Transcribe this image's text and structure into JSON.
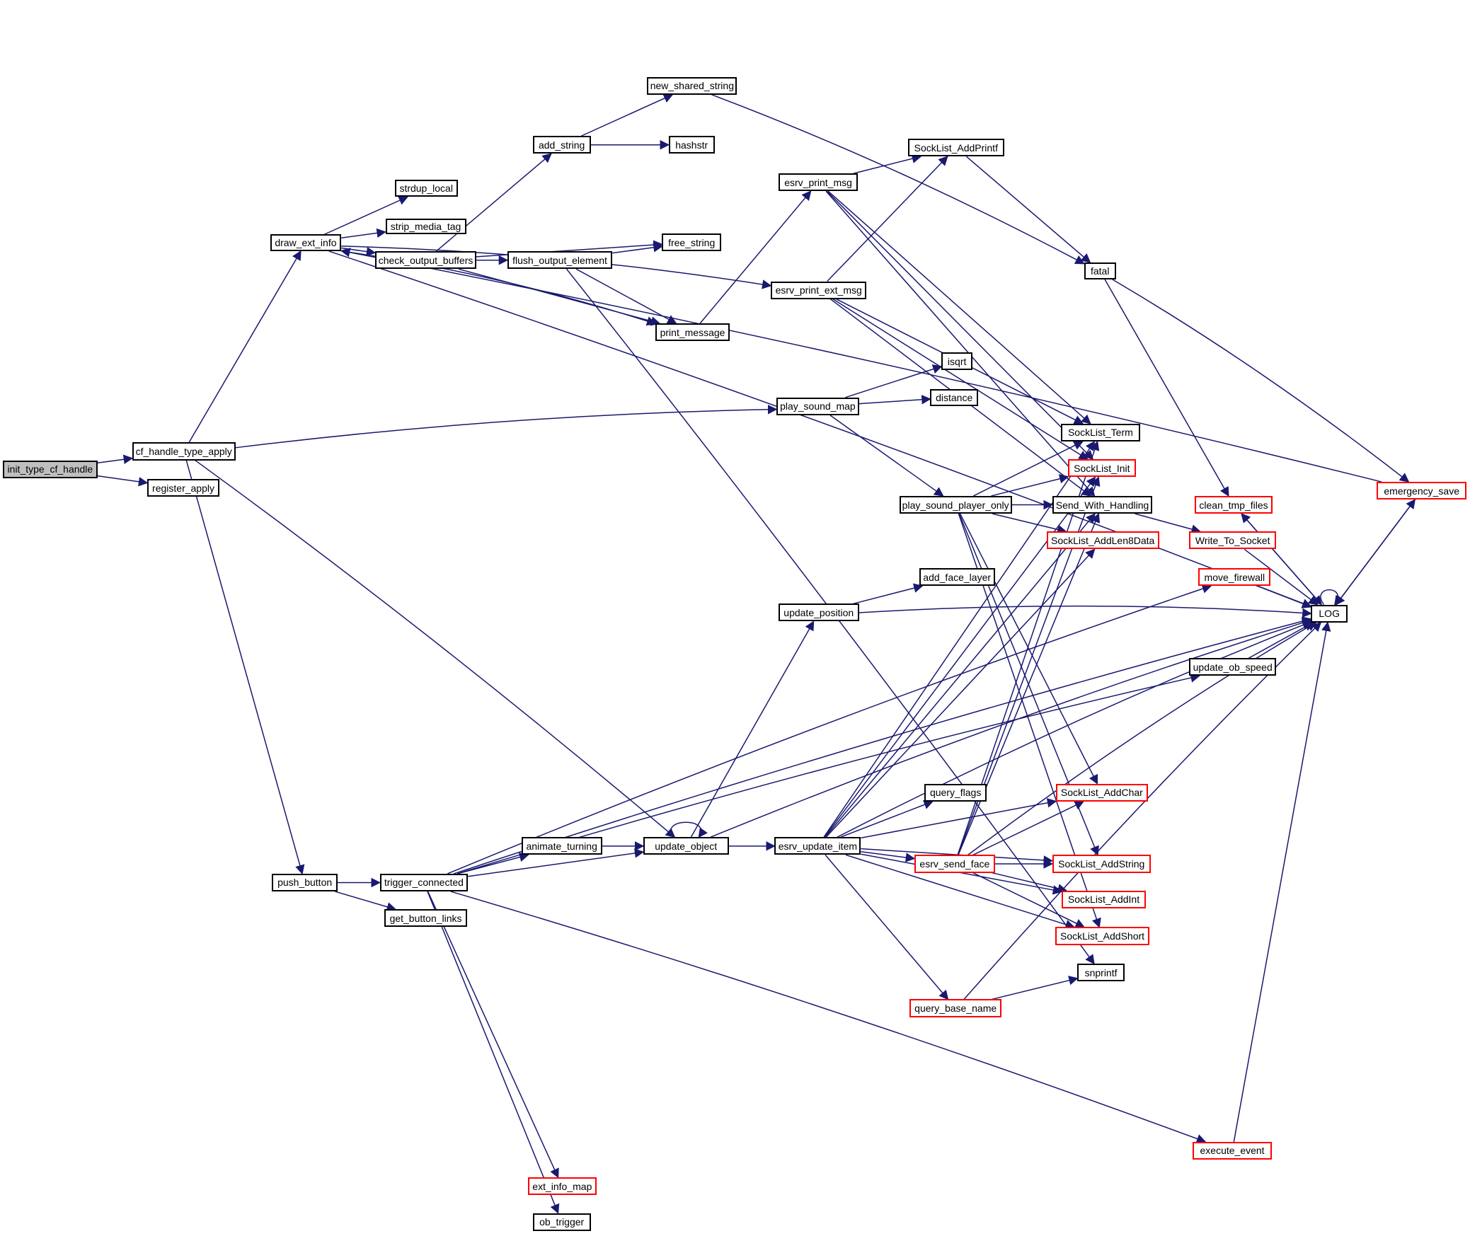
{
  "title": "Call graph for init_type_cf_handle",
  "colors": {
    "edge": "#191970",
    "node_border": "#000000",
    "external_border": "#ff0000",
    "root_fill": "#bfbfbf"
  },
  "nodes": [
    {
      "id": "init_type_cf_handle",
      "label": "init_type_cf_handle",
      "style": "root"
    },
    {
      "id": "cf_handle_type_apply",
      "label": "cf_handle_type_apply",
      "style": "normal"
    },
    {
      "id": "register_apply",
      "label": "register_apply",
      "style": "normal"
    },
    {
      "id": "draw_ext_info",
      "label": "draw_ext_info",
      "style": "normal"
    },
    {
      "id": "strdup_local",
      "label": "strdup_local",
      "style": "normal"
    },
    {
      "id": "strip_media_tag",
      "label": "strip_media_tag",
      "style": "normal"
    },
    {
      "id": "check_output_buffers",
      "label": "check_output_buffers",
      "style": "normal"
    },
    {
      "id": "add_string",
      "label": "add_string",
      "style": "normal"
    },
    {
      "id": "new_shared_string",
      "label": "new_shared_string",
      "style": "normal"
    },
    {
      "id": "hashstr",
      "label": "hashstr",
      "style": "normal"
    },
    {
      "id": "free_string",
      "label": "free_string",
      "style": "normal"
    },
    {
      "id": "flush_output_element",
      "label": "flush_output_element",
      "style": "normal"
    },
    {
      "id": "print_message",
      "label": "print_message",
      "style": "normal"
    },
    {
      "id": "esrv_print_msg",
      "label": "esrv_print_msg",
      "style": "normal"
    },
    {
      "id": "esrv_print_ext_msg",
      "label": "esrv_print_ext_msg",
      "style": "normal"
    },
    {
      "id": "SockList_AddPrintf",
      "label": "SockList_AddPrintf",
      "style": "normal"
    },
    {
      "id": "fatal",
      "label": "fatal",
      "style": "normal"
    },
    {
      "id": "isqrt",
      "label": "isqrt",
      "style": "normal"
    },
    {
      "id": "distance",
      "label": "distance",
      "style": "normal"
    },
    {
      "id": "play_sound_map",
      "label": "play_sound_map",
      "style": "normal"
    },
    {
      "id": "SockList_Term",
      "label": "SockList_Term",
      "style": "normal"
    },
    {
      "id": "SockList_Init",
      "label": "SockList_Init",
      "style": "external"
    },
    {
      "id": "play_sound_player_only",
      "label": "play_sound_player_only",
      "style": "normal"
    },
    {
      "id": "Send_With_Handling",
      "label": "Send_With_Handling",
      "style": "normal"
    },
    {
      "id": "SockList_AddLen8Data",
      "label": "SockList_AddLen8Data",
      "style": "external"
    },
    {
      "id": "clean_tmp_files",
      "label": "clean_tmp_files",
      "style": "external"
    },
    {
      "id": "Write_To_Socket",
      "label": "Write_To_Socket",
      "style": "external"
    },
    {
      "id": "emergency_save",
      "label": "emergency_save",
      "style": "external"
    },
    {
      "id": "move_firewall",
      "label": "move_firewall",
      "style": "external"
    },
    {
      "id": "add_face_layer",
      "label": "add_face_layer",
      "style": "normal"
    },
    {
      "id": "update_position",
      "label": "update_position",
      "style": "normal"
    },
    {
      "id": "LOG",
      "label": "LOG",
      "style": "normal"
    },
    {
      "id": "update_ob_speed",
      "label": "update_ob_speed",
      "style": "normal"
    },
    {
      "id": "query_flags",
      "label": "query_flags",
      "style": "normal"
    },
    {
      "id": "SockList_AddChar",
      "label": "SockList_AddChar",
      "style": "external"
    },
    {
      "id": "animate_turning",
      "label": "animate_turning",
      "style": "normal"
    },
    {
      "id": "update_object",
      "label": "update_object",
      "style": "normal"
    },
    {
      "id": "esrv_update_item",
      "label": "esrv_update_item",
      "style": "normal"
    },
    {
      "id": "esrv_send_face",
      "label": "esrv_send_face",
      "style": "external"
    },
    {
      "id": "SockList_AddString",
      "label": "SockList_AddString",
      "style": "external"
    },
    {
      "id": "push_button",
      "label": "push_button",
      "style": "normal"
    },
    {
      "id": "trigger_connected",
      "label": "trigger_connected",
      "style": "normal"
    },
    {
      "id": "get_button_links",
      "label": "get_button_links",
      "style": "normal"
    },
    {
      "id": "SockList_AddInt",
      "label": "SockList_AddInt",
      "style": "external"
    },
    {
      "id": "SockList_AddShort",
      "label": "SockList_AddShort",
      "style": "external"
    },
    {
      "id": "snprintf",
      "label": "snprintf",
      "style": "normal"
    },
    {
      "id": "query_base_name",
      "label": "query_base_name",
      "style": "external"
    },
    {
      "id": "execute_event",
      "label": "execute_event",
      "style": "external"
    },
    {
      "id": "ext_info_map",
      "label": "ext_info_map",
      "style": "external"
    },
    {
      "id": "ob_trigger",
      "label": "ob_trigger",
      "style": "normal"
    }
  ],
  "edges": [
    [
      "init_type_cf_handle",
      "cf_handle_type_apply"
    ],
    [
      "init_type_cf_handle",
      "register_apply"
    ],
    [
      "cf_handle_type_apply",
      "draw_ext_info"
    ],
    [
      "cf_handle_type_apply",
      "play_sound_map"
    ],
    [
      "cf_handle_type_apply",
      "update_object"
    ],
    [
      "cf_handle_type_apply",
      "push_button"
    ],
    [
      "draw_ext_info",
      "strdup_local"
    ],
    [
      "draw_ext_info",
      "strip_media_tag"
    ],
    [
      "draw_ext_info",
      "check_output_buffers"
    ],
    [
      "draw_ext_info",
      "print_message"
    ],
    [
      "draw_ext_info",
      "esrv_print_ext_msg"
    ],
    [
      "draw_ext_info",
      "LOG"
    ],
    [
      "check_output_buffers",
      "add_string"
    ],
    [
      "check_output_buffers",
      "free_string"
    ],
    [
      "check_output_buffers",
      "flush_output_element"
    ],
    [
      "check_output_buffers",
      "print_message"
    ],
    [
      "add_string",
      "new_shared_string"
    ],
    [
      "add_string",
      "hashstr"
    ],
    [
      "new_shared_string",
      "fatal"
    ],
    [
      "flush_output_element",
      "free_string"
    ],
    [
      "flush_output_element",
      "print_message"
    ],
    [
      "flush_output_element",
      "snprintf"
    ],
    [
      "print_message",
      "esrv_print_msg"
    ],
    [
      "esrv_print_msg",
      "SockList_AddPrintf"
    ],
    [
      "esrv_print_msg",
      "SockList_Term"
    ],
    [
      "esrv_print_msg",
      "SockList_Init"
    ],
    [
      "esrv_print_msg",
      "Send_With_Handling"
    ],
    [
      "esrv_print_ext_msg",
      "SockList_AddPrintf"
    ],
    [
      "esrv_print_ext_msg",
      "SockList_Term"
    ],
    [
      "esrv_print_ext_msg",
      "SockList_Init"
    ],
    [
      "esrv_print_ext_msg",
      "Send_With_Handling"
    ],
    [
      "SockList_AddPrintf",
      "fatal"
    ],
    [
      "fatal",
      "clean_tmp_files"
    ],
    [
      "fatal",
      "emergency_save"
    ],
    [
      "play_sound_map",
      "isqrt"
    ],
    [
      "play_sound_map",
      "distance"
    ],
    [
      "play_sound_map",
      "play_sound_player_only"
    ],
    [
      "play_sound_player_only",
      "SockList_Term"
    ],
    [
      "play_sound_player_only",
      "SockList_Init"
    ],
    [
      "play_sound_player_only",
      "Send_With_Handling"
    ],
    [
      "play_sound_player_only",
      "SockList_AddLen8Data"
    ],
    [
      "play_sound_player_only",
      "SockList_AddChar"
    ],
    [
      "play_sound_player_only",
      "SockList_AddString"
    ],
    [
      "play_sound_player_only",
      "SockList_AddShort"
    ],
    [
      "Send_With_Handling",
      "Write_To_Socket"
    ],
    [
      "Write_To_Socket",
      "LOG"
    ],
    [
      "clean_tmp_files",
      "LOG"
    ],
    [
      "LOG",
      "clean_tmp_files"
    ],
    [
      "LOG",
      "emergency_save"
    ],
    [
      "emergency_save",
      "LOG"
    ],
    [
      "emergency_save",
      "draw_ext_info"
    ],
    [
      "move_firewall",
      "LOG"
    ],
    [
      "LOG",
      "LOG"
    ],
    [
      "update_position",
      "add_face_layer"
    ],
    [
      "update_position",
      "LOG"
    ],
    [
      "update_ob_speed",
      "LOG"
    ],
    [
      "trigger_connected",
      "move_firewall"
    ],
    [
      "trigger_connected",
      "update_ob_speed"
    ],
    [
      "trigger_connected",
      "animate_turning"
    ],
    [
      "trigger_connected",
      "update_object"
    ],
    [
      "trigger_connected",
      "LOG"
    ],
    [
      "trigger_connected",
      "execute_event"
    ],
    [
      "trigger_connected",
      "ext_info_map"
    ],
    [
      "trigger_connected",
      "ob_trigger"
    ],
    [
      "animate_turning",
      "update_object"
    ],
    [
      "update_object",
      "update_object"
    ],
    [
      "update_object",
      "update_position"
    ],
    [
      "update_object",
      "esrv_update_item"
    ],
    [
      "update_object",
      "LOG"
    ],
    [
      "esrv_update_item",
      "query_flags"
    ],
    [
      "esrv_update_item",
      "SockList_AddChar"
    ],
    [
      "esrv_update_item",
      "esrv_send_face"
    ],
    [
      "esrv_update_item",
      "SockList_AddString"
    ],
    [
      "esrv_update_item",
      "SockList_AddInt"
    ],
    [
      "esrv_update_item",
      "SockList_AddShort"
    ],
    [
      "esrv_update_item",
      "query_base_name"
    ],
    [
      "esrv_update_item",
      "SockList_Term"
    ],
    [
      "esrv_update_item",
      "SockList_Init"
    ],
    [
      "esrv_update_item",
      "Send_With_Handling"
    ],
    [
      "esrv_update_item",
      "SockList_AddLen8Data"
    ],
    [
      "esrv_update_item",
      "LOG"
    ],
    [
      "esrv_send_face",
      "SockList_AddChar"
    ],
    [
      "esrv_send_face",
      "SockList_AddString"
    ],
    [
      "esrv_send_face",
      "SockList_AddInt"
    ],
    [
      "esrv_send_face",
      "SockList_AddShort"
    ],
    [
      "esrv_send_face",
      "SockList_Term"
    ],
    [
      "esrv_send_face",
      "SockList_Init"
    ],
    [
      "esrv_send_face",
      "Send_With_Handling"
    ],
    [
      "esrv_send_face",
      "LOG"
    ],
    [
      "query_base_name",
      "snprintf"
    ],
    [
      "query_base_name",
      "LOG"
    ],
    [
      "push_button",
      "trigger_connected"
    ],
    [
      "push_button",
      "get_button_links"
    ],
    [
      "execute_event",
      "LOG"
    ]
  ]
}
